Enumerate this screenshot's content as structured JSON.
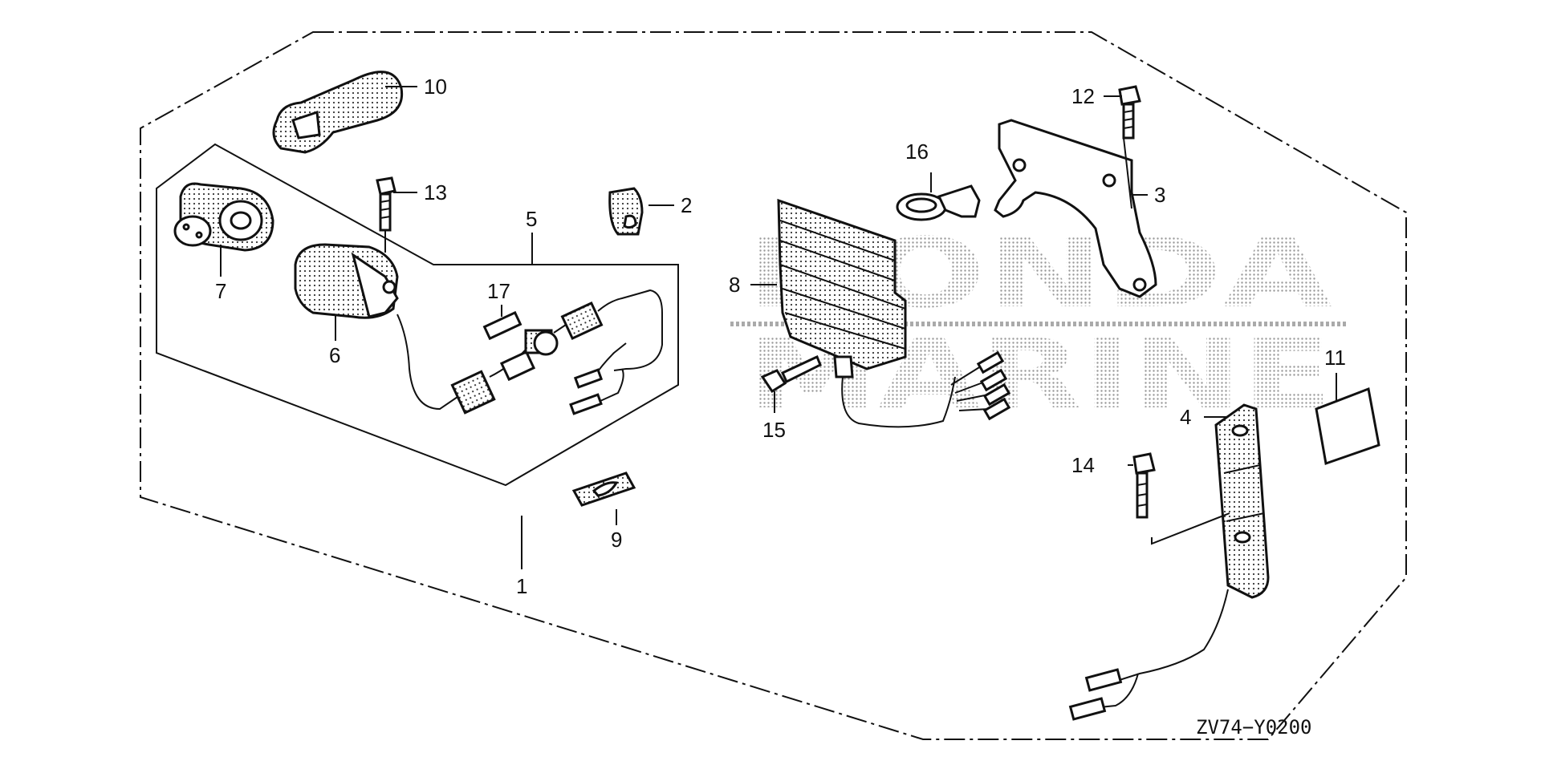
{
  "watermark": {
    "line1": "HONDA",
    "line2": "MARINE"
  },
  "diagram_code": "ZV74−Y0200",
  "callouts": [
    {
      "id": "1",
      "label": "1"
    },
    {
      "id": "2",
      "label": "2"
    },
    {
      "id": "3",
      "label": "3"
    },
    {
      "id": "4",
      "label": "4"
    },
    {
      "id": "5",
      "label": "5"
    },
    {
      "id": "6",
      "label": "6"
    },
    {
      "id": "7",
      "label": "7"
    },
    {
      "id": "8",
      "label": "8"
    },
    {
      "id": "9",
      "label": "9"
    },
    {
      "id": "10",
      "label": "10"
    },
    {
      "id": "11",
      "label": "11"
    },
    {
      "id": "12",
      "label": "12"
    },
    {
      "id": "13",
      "label": "13"
    },
    {
      "id": "14",
      "label": "14"
    },
    {
      "id": "15",
      "label": "15"
    },
    {
      "id": "16",
      "label": "16"
    },
    {
      "id": "17",
      "label": "17"
    }
  ]
}
